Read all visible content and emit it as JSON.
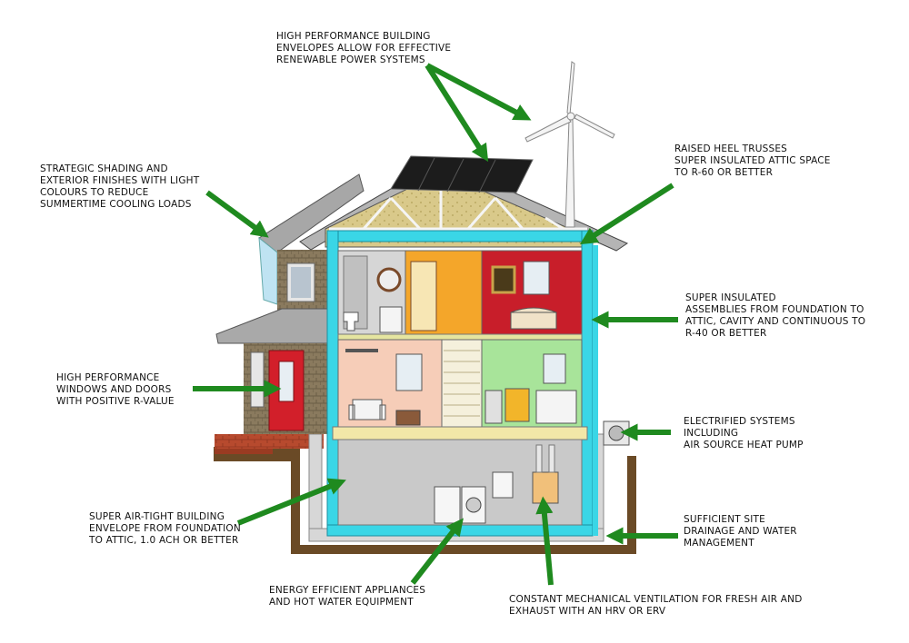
{
  "labels": {
    "renewable": [
      "HIGH PERFORMANCE BUILDING",
      "ENVELOPES ALLOW FOR  EFFECTIVE",
      "RENEWABLE POWER SYSTEMS"
    ],
    "shading": [
      "STRATEGIC SHADING AND",
      "EXTERIOR FINISHES WITH LIGHT",
      "COLOURS TO REDUCE",
      "SUMMERTIME COOLING LOADS"
    ],
    "trusses": [
      "RAISED HEEL TRUSSES",
      "SUPER INSULATED ATTIC SPACE",
      "TO R-60 OR BETTER"
    ],
    "insulated": [
      "SUPER INSULATED",
      "ASSEMBLIES FROM FOUNDATION TO",
      "ATTIC,  CAVITY AND CONTINUOUS TO",
      "R-40 OR BETTER"
    ],
    "windows": [
      "HIGH PERFORMANCE",
      "WINDOWS AND DOORS",
      "WITH POSITIVE R-VALUE"
    ],
    "electrified": [
      "ELECTRIFIED SYSTEMS",
      "INCLUDING",
      "AIR SOURCE HEAT PUMP"
    ],
    "airtight": [
      "SUPER AIR-TIGHT BUILDING",
      "ENVELOPE FROM FOUNDATION",
      "TO ATTIC, 1.0 ACH OR BETTER"
    ],
    "drainage": [
      "SUFFICIENT SITE",
      "DRAINAGE AND WATER",
      "MANAGEMENT"
    ],
    "appliances": [
      "ENERGY EFFICIENT APPLIANCES",
      "AND HOT WATER EQUIPMENT"
    ],
    "ventilation": [
      "CONSTANT MECHANICAL VENTILATION FOR FRESH AIR AND",
      "EXHAUST WITH AN HRV OR ERV"
    ]
  },
  "colors": {
    "arrow": "#1f8a1f",
    "insulation": "#3ad6e6",
    "kitchen": "#a8e49a",
    "bedroom": "#c81e2a",
    "hallway": "#f4a62a",
    "living": "#f6cdb8",
    "basement": "#c9c9c9",
    "door": "#d21f2a",
    "soil": "#6a4a26",
    "deck": "#b74a2e"
  },
  "icons": [
    "wind-turbine-icon",
    "solar-panel-icon",
    "heat-pump-icon",
    "washer-icon",
    "dryer-icon",
    "water-heater-icon",
    "hrv-unit-icon",
    "bed-icon",
    "armchair-icon",
    "stove-icon",
    "toilet-icon",
    "painting-icon"
  ]
}
